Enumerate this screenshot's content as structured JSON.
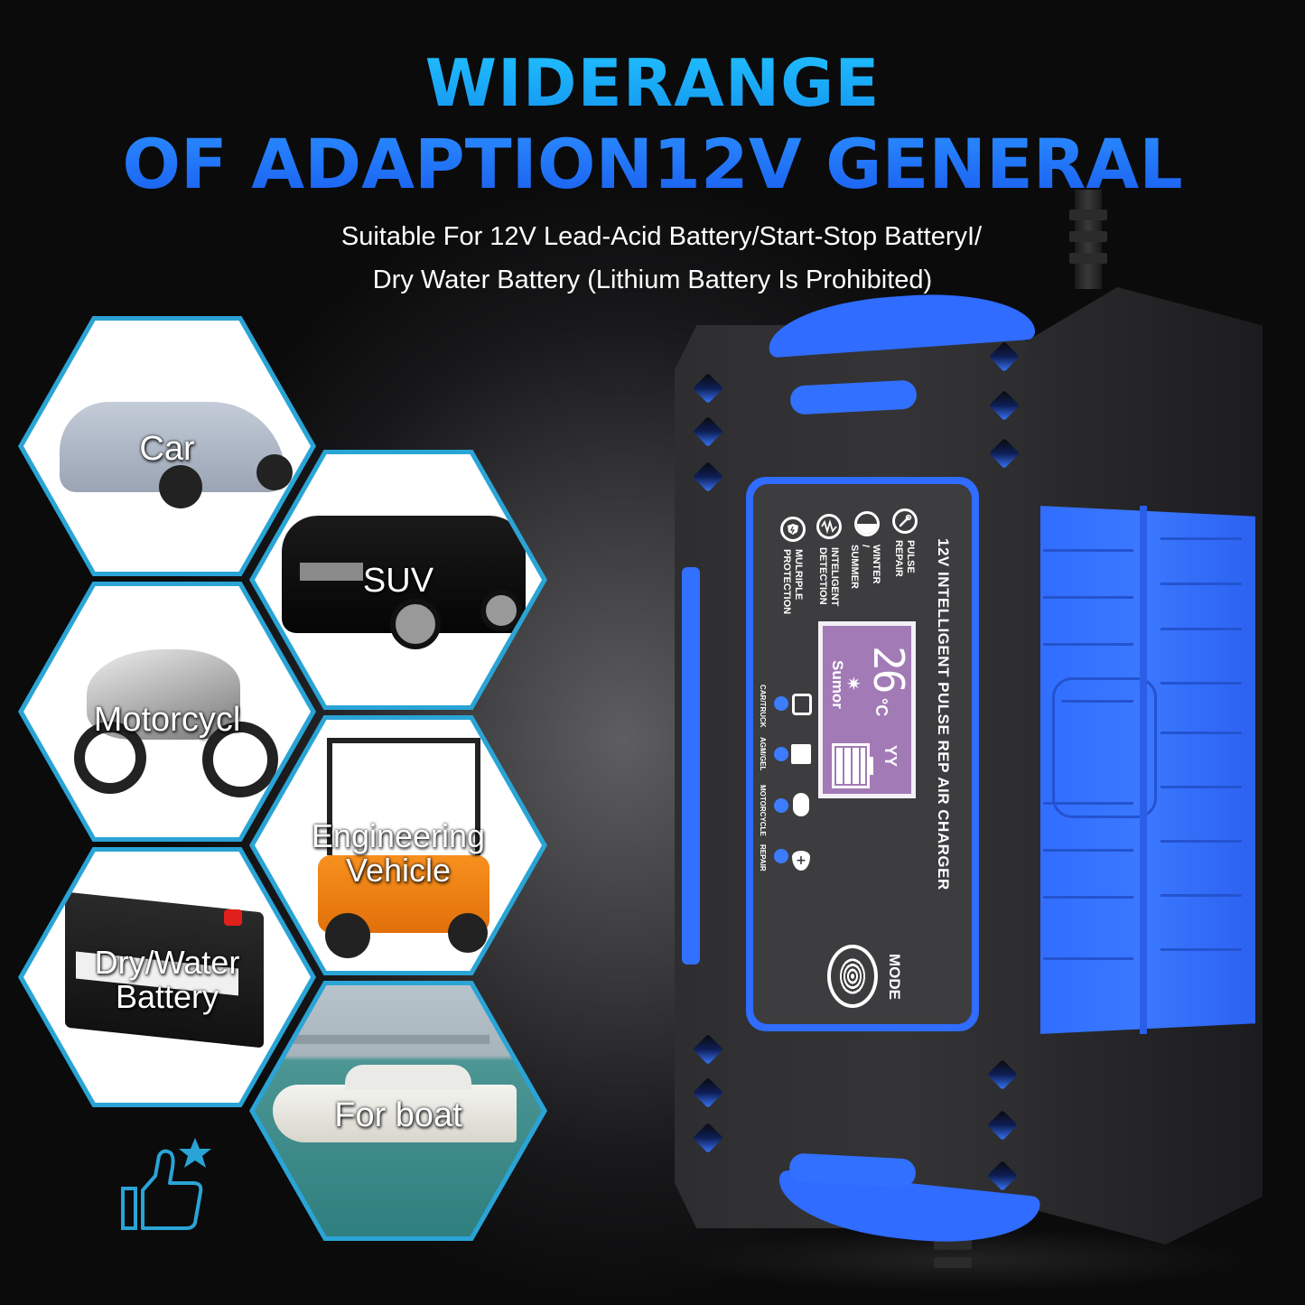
{
  "headline": {
    "line1": "WIDERANGE",
    "line2": "OF ADAPTION12V GENERAL",
    "line1_color": "#1aa8f5",
    "line2_color": "#1f6ef5"
  },
  "subtitle": {
    "line1": "Suitable For 12V Lead-Acid Battery/Start-Stop BatteryI/",
    "line2": "Dry Water Battery (Lithium Battery Is Prohibited)"
  },
  "applications": [
    {
      "label": "Car",
      "icon": "sedan-car-image"
    },
    {
      "label": "SUV",
      "icon": "suv-image"
    },
    {
      "label": "Motorcycl",
      "icon": "motorcycle-image"
    },
    {
      "label": "Engineering Vehicle",
      "label_line1": "Engineering",
      "label_line2": "Vehicle",
      "icon": "forklift-image"
    },
    {
      "label": "Dry/Water Battery",
      "label_line1": "Dry/Water",
      "label_line2": "Battery",
      "icon": "car-battery-image"
    },
    {
      "label": "For boat",
      "icon": "yacht-image"
    }
  ],
  "hex_border_color": "#2aa4d6",
  "badge": {
    "icon": "thumbs-up-star-icon",
    "color": "#2aa4d6"
  },
  "charger": {
    "title": "12V INTELLIGENT PULSE REP AIR CHARGER",
    "features": [
      {
        "line1": "PULSE",
        "line2": "REPAIR",
        "icon": "wrench-icon"
      },
      {
        "line1": "WINTER",
        "line2": "/",
        "line3": "SUMMER",
        "icon": "half-moon-icon"
      },
      {
        "line1": "INTELIGENT",
        "line2": "DETECTION",
        "icon": "waveform-icon"
      },
      {
        "line1": "MULRIPLE",
        "line2": "PROTECTION",
        "icon": "shield-bolt-icon"
      }
    ],
    "lcd": {
      "temperature": "26",
      "unit": "°C",
      "season": "Sumor",
      "suffix": "YY",
      "color": "#a27ab6"
    },
    "modes": [
      {
        "label": "CAR/TRUCK",
        "icon": "car-front-icon"
      },
      {
        "label": "AGM/GEL",
        "icon": "battery-icon"
      },
      {
        "label": "MOTORCYCLE",
        "icon": "motorcycle-icon"
      },
      {
        "label": "REPAIR",
        "icon": "shield-plus-icon"
      }
    ],
    "mode_button": "MODE",
    "body_color": "#2e2e30",
    "accent_color": "#2f6cff"
  }
}
